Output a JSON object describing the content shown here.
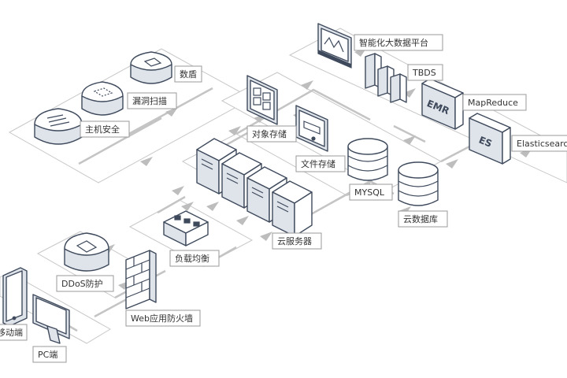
{
  "labels": {
    "shuju": "数盾",
    "loudong": "漏洞扫描",
    "zhuji": "主机安全",
    "zhineng": "智能化大数据平台",
    "tbds": "TBDS",
    "mapreduce": "MapReduce",
    "elastic": "Elasticsearch",
    "duixiang": "对象存储",
    "wenjian": "文件存储",
    "mysql": "MYSQL",
    "yunshuju": "云数据库",
    "yunfuwu": "云服务器",
    "fuzai": "负载均衡",
    "ddos": "DDoS防护",
    "web": "Web应用防火墙",
    "yidong": "移动端",
    "pc": "PC端"
  },
  "icon_text": {
    "emr": "EMR",
    "es": "ES"
  }
}
